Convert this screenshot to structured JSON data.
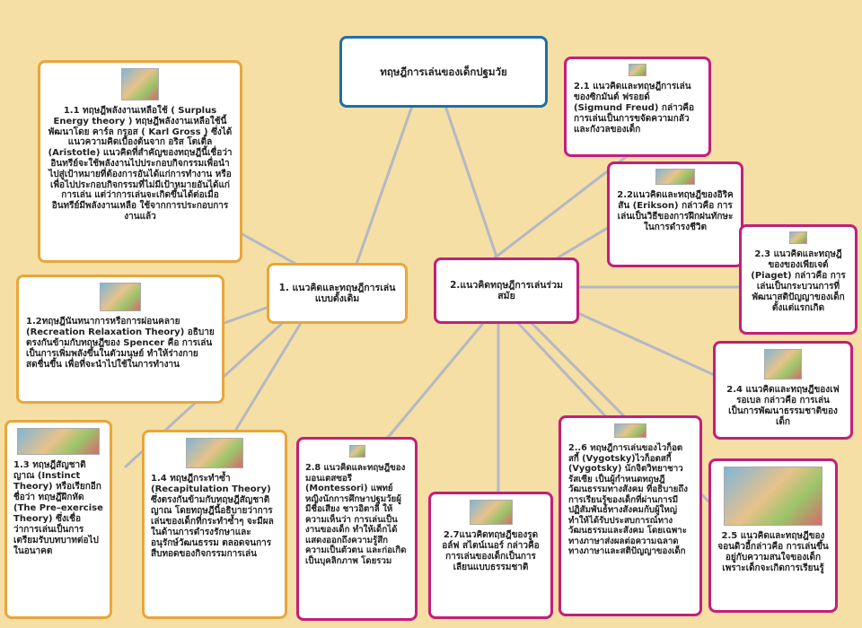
{
  "title": "ทฤษฎีการเล่นของเด็กปฐมวัย",
  "branches": {
    "traditional": "1. แนวคิดและทฤษฎีการเล่นแบบดั้งเดิม",
    "modern": "2.แนวคิดทฤษฎีการเล่นร่วมสมัย"
  },
  "nodes": {
    "n11": "1.1 ทฤษฎีพลังงานเหลือใช้ ( Surplus Energy theory ) ทฤษฎีพลังงานเหลือใช้นี้พัฒนาโดย คาร์ล กรอส ( Karl Gross ) ซึ่งได้แนวความคิดเบื้องต้นจาก อริส โตเติ้ล (Aristotle) แนวคิดที่สำคัญของทฤษฎีนี้เชื่อว่า อินทรีย์จะใช้พลังงานไปประกอบกิจกรรมเพื่อนำไปสู่เป้าหมายที่ต้องการอันได้แก่การทำงาน หรือเพื่อไปประกอบกิจกรรมที่ไม่มีเป้าหมายอันได้แก่การเล่น แต่ว่าการเล่นจะเกิดขึ้นได้ต่อเมื่ออินทรีย์มีพลังงานเหลือ ใช้จากการประกอบการงานแล้ว",
    "n12": "1.2ทฤษฎีนันทนาการหรือการผ่อนคลาย (Recreation Relaxation Theory) อธิบายตรงกันข้ามกับทฤษฎีของ Spencer คือ การเล่นเป็นการเพิ่มพลังขึ้นในตัวมนุษย์ ทำให้ร่างกายสดชื่นขึ้น เพื่อที่จะนำไปใช้ในการทำงาน",
    "n13": "1.3 ทฤษฎีสัญชาติญาณ (Instinct Theory) หรือเรียกอีกชื่อว่า ทฤษฎีฝึกหัด (The Pre–exercise Theory) ซึ่งเชื่อว่าการเล่นเป็นการเตรียมรับบทบาทต่อไปในอนาคต",
    "n14": "1.4 ทฤษฎีกระทำซ้ำ (Recapitulation Theory) ซึ่งตรงกันข้ามกับทฤษฎีสัญชาติญาณ โดยทฤษฎีนี้อธิบายว่าการเล่นของเด็กที่กระทำซ้ำๆ จะมีผลในด้านการดำรงรักษาและอนุรักษ์วัฒนธรรม ตลอดจนการสืบทอดของกิจกรรมการเล่น",
    "n21": "2.1 แนวคิดและทฤษฎีการเล่นของซิกมันต์ ฟรอยด์ (Sigmund Freud) กล่าวคือ การเล่นเป็นการขจัดความกลัวและกังวลของเด็ก",
    "n22": "2.2แนวคิดและทฤษฎีของอิริคสัน (Erikson) กล่าวคือ การเล่นเป็นวิธีของการฝึกฝนทักษะในการดำรงชีวิต",
    "n23": "2.3 แนวคิดและทฤษฎีของของเพียเจต์ (Piaget) กล่าวคือ การเล่นเป็นกระบวนการที่พัฒนาสติปัญญาของเด็กตั้งแต่แรกเกิด",
    "n24": "2.4 แนวคิดและทฤษฎีของเฟรอเบล กล่าวคือ การเล่นเป็นการพัฒนาธรรมชาติของเด็ก",
    "n25": "2.5 แนวคิดและทฤษฎีของจอนดิวอี้กล่าวคือ การเล่นขึ้นอยู่กับความสนใจของเด็กเพราะเด็กจะเกิดการเรียนรู้",
    "n26": "2..6 ทฤษฎีการเล่นของไวก็อตสกี้ (Vygotsky)ไวก็อตสกี้ (Vygotsky) นักจิตวิทยาชาวรัสเซีย เป็นผู้กำหนดทฤษฎีวัฒนธรรมทางสังคม ที่อธิบายถึงการเรียนรู้ของเด็กที่ผ่านการมีปฏิสัมพันธ์ทางสังคมกับผู้ใหญ่ ทำให้ได้รับประสบการณ์ทางวัฒนธรรมและสังคม โดยเฉพาะทางภาษาส่งผลต่อความฉลาดทางภาษาและสติปัญญาของเด็ก",
    "n27": "2.7แนวคิดทฤษฎีของรูดอล์ฟ สไตน์เนอร์ กล่าวคือการเล่นของเด็กเป็นการเลียนแบบธรรมชาติ",
    "n28": "2.8 แนวคิดและทฤษฎีของมอนเตสซอรี (Montessori) แพทย์หญิงนักการศึกษาปฐมวัยผู้มีชื่อเสียง ชาวอิตาลี ให้ความเห็นว่า การเล่นเป็นงานของเด็ก ทำให้เด็กได้แสดงออกถึงความรู้สึกความเป็นตัวตน และก่อเกิดเป็นบุคลิกภาพ โดยรวม"
  },
  "colors": {
    "background": "#f5dfa5",
    "orange_border": "#e9a63b",
    "magenta_border": "#c21f7a",
    "blue_border": "#1f6fa8",
    "connector": "#b4b8c4"
  }
}
